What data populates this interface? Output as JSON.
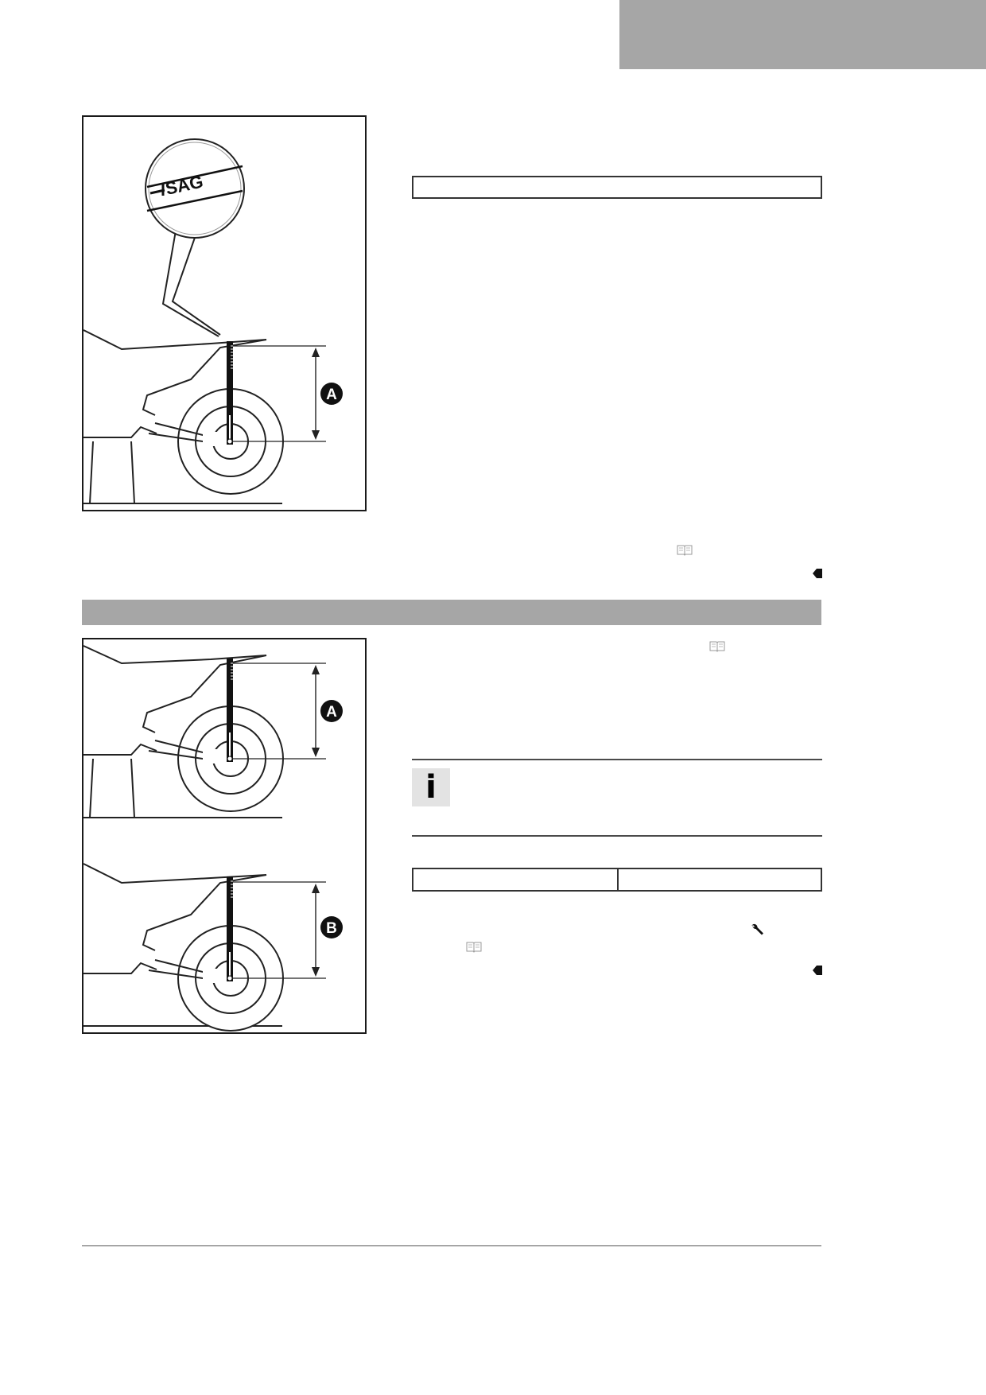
{
  "figures": {
    "top": {
      "magnifier_label": "SAG",
      "dimension_label": "A"
    },
    "bottom": {
      "dimension_label_upper": "A",
      "dimension_label_lower": "B"
    }
  },
  "icons": {
    "info": "info-icon",
    "reference": "book-icon",
    "tool": "wrench-icon",
    "end": "end-marker-icon"
  },
  "info_icon_glyph": "i",
  "colors": {
    "gray_bar": "#a6a6a6",
    "info_bg": "#e3e3e3"
  }
}
